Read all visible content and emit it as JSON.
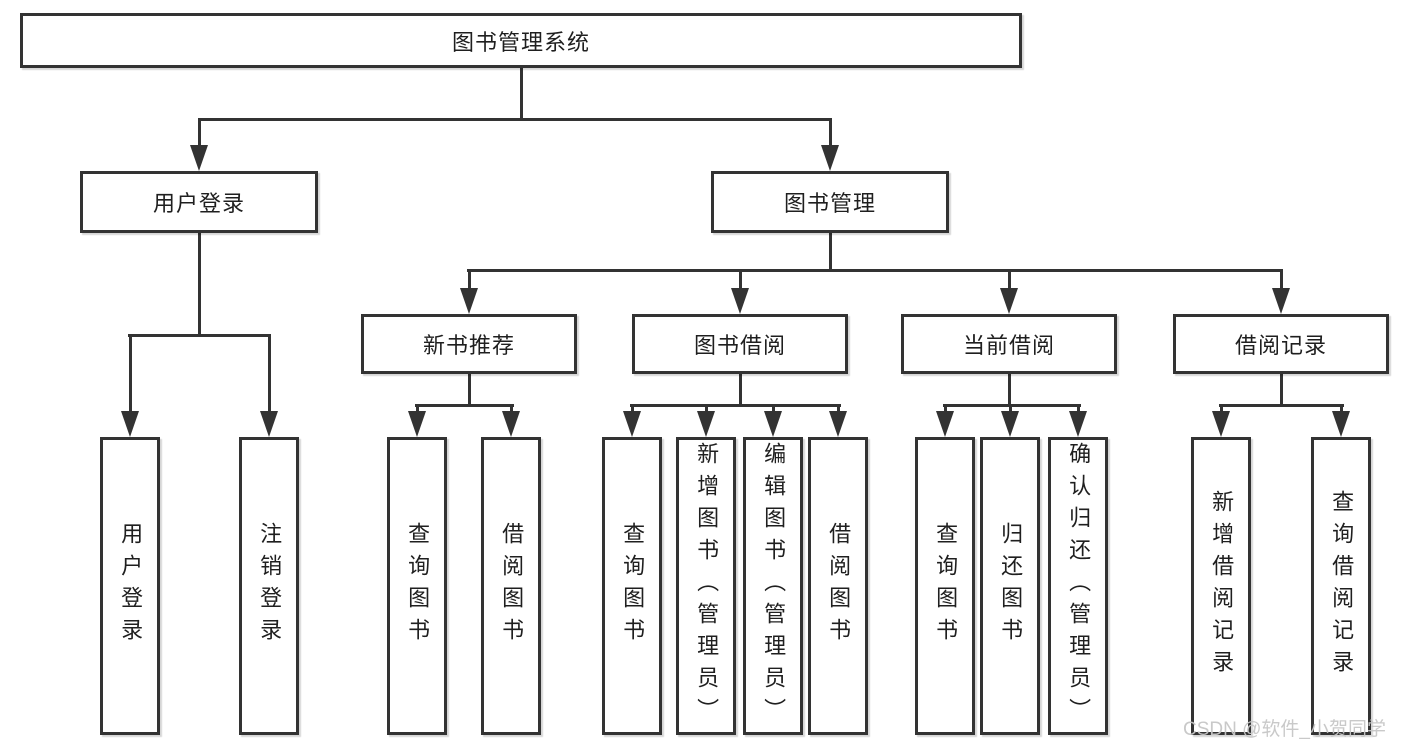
{
  "diagram_title": "图书管理系统",
  "tree": {
    "label": "图书管理系统",
    "children": [
      {
        "label": "用户登录",
        "children": [
          {
            "label": "用户登录"
          },
          {
            "label": "注销登录"
          }
        ]
      },
      {
        "label": "图书管理",
        "children": [
          {
            "label": "新书推荐",
            "children": [
              {
                "label": "查询图书"
              },
              {
                "label": "借阅图书"
              }
            ]
          },
          {
            "label": "图书借阅",
            "children": [
              {
                "label": "查询图书"
              },
              {
                "label": "新增图书（管理员）"
              },
              {
                "label": "编辑图书（管理员）"
              },
              {
                "label": "借阅图书"
              }
            ]
          },
          {
            "label": "当前借阅",
            "children": [
              {
                "label": "查询图书"
              },
              {
                "label": "归还图书"
              },
              {
                "label": "确认归还（管理员）"
              }
            ]
          },
          {
            "label": "借阅记录",
            "children": [
              {
                "label": "新增借阅记录"
              },
              {
                "label": "查询借阅记录"
              }
            ]
          }
        ]
      }
    ]
  },
  "watermark": "CSDN @软件_小贺同学",
  "colors": {
    "line": "#333333",
    "text": "#1f1f1f",
    "background": "#ffffff",
    "watermark": "#c6c6c6"
  }
}
